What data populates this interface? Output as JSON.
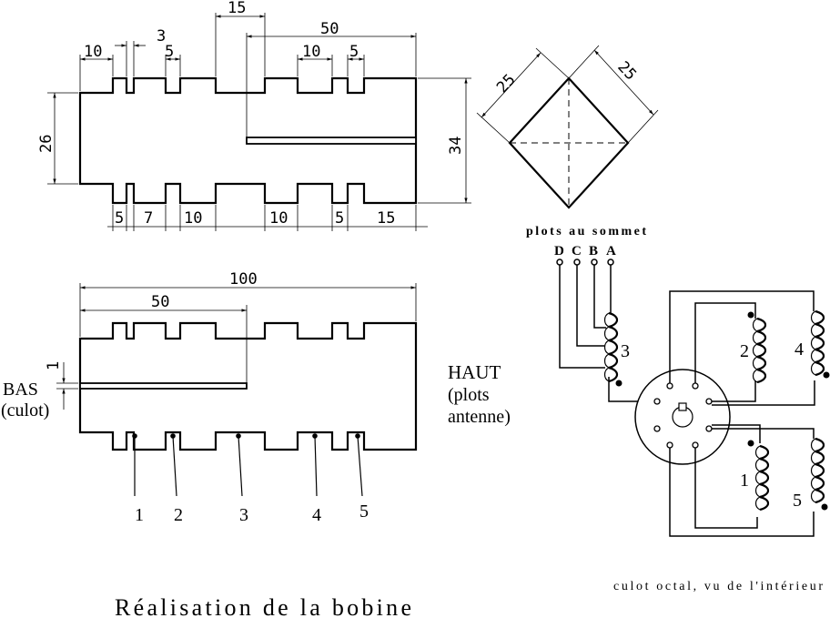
{
  "top_view": {
    "dims": {
      "d10_left": "10",
      "d3": "3",
      "d5_a": "5",
      "d15": "15",
      "d50": "50",
      "d10_right": "10",
      "d5_b": "5",
      "d26": "26",
      "d34": "34",
      "b5_a": "5",
      "b7": "7",
      "b10_a": "10",
      "b10_b": "10",
      "b5_b": "5",
      "b15": "15"
    }
  },
  "square": {
    "d25_a": "25",
    "d25_b": "25",
    "caption": "plots au sommet"
  },
  "bottom_view": {
    "d100": "100",
    "d50": "50",
    "d1": "1",
    "bas": "BAS",
    "culot": "(culot)",
    "haut": "HAUT",
    "plots": "(plots",
    "antenne": "antenne)",
    "leads": [
      "1",
      "2",
      "3",
      "4",
      "5"
    ]
  },
  "schematic": {
    "terminals": [
      "D",
      "C",
      "B",
      "A"
    ],
    "coils": [
      "3",
      "2",
      "4",
      "1",
      "5"
    ],
    "caption": "culot octal, vu de l'intérieur"
  },
  "title": "Réalisation de la bobine"
}
